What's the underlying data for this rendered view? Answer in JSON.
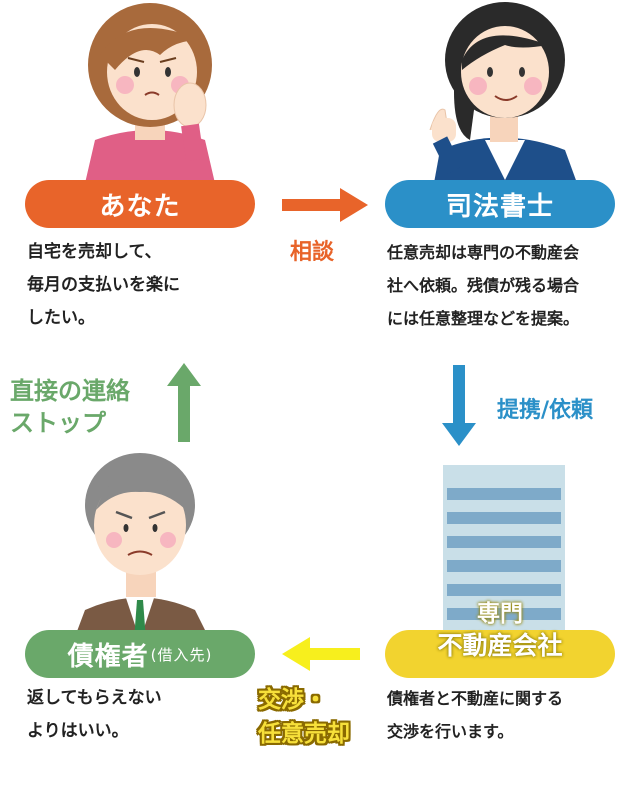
{
  "you": {
    "label": "あなた",
    "description_lines": [
      "自宅を売却して、",
      "毎月の支払いを楽に",
      "したい。"
    ]
  },
  "scrivener": {
    "label": "司法書士",
    "description_lines": [
      "任意売却は専門の不動産会",
      "社へ依頼。残債が残る場合",
      "には任意整理などを提案。"
    ]
  },
  "creditor": {
    "label": "債権者",
    "label_sub": "(借入先)",
    "description_lines": [
      "返してもらえない",
      "よりはいい。"
    ]
  },
  "realestate": {
    "label_lines": [
      "専門",
      "不動産会社"
    ],
    "description_lines": [
      "債権者と不動産に関する",
      "交渉を行います。"
    ]
  },
  "arrows": {
    "consult": "相談",
    "partner": "提携/依頼",
    "stop_lines": [
      "直接の連絡",
      "ストップ"
    ],
    "negotiate_lines": [
      "交渉・",
      "任意売却"
    ]
  },
  "colors": {
    "orange": "#e8642a",
    "blue": "#2b90c8",
    "green": "#6aa86a",
    "yellow": "#f2d32f",
    "arrow_yellow": "#f7ef1d"
  }
}
